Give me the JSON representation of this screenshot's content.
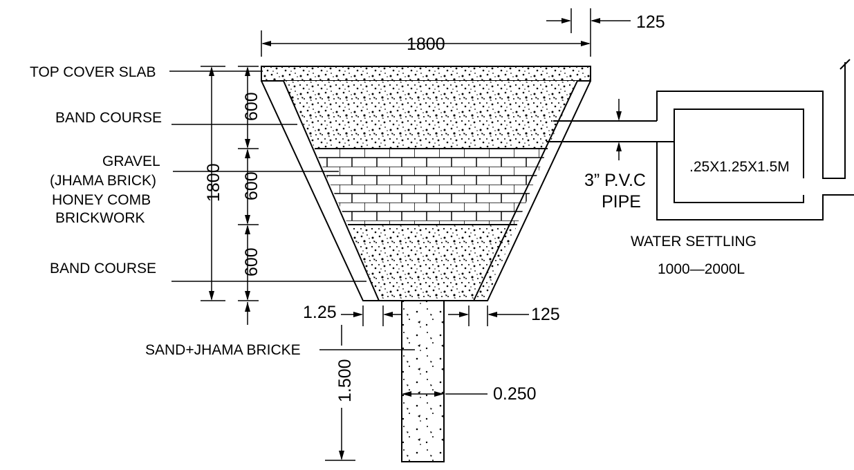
{
  "labels": {
    "top_cover_slab": "TOP COVER SLAB",
    "band_course_1": "BAND COURSE",
    "gravel": "GRAVEL",
    "jhama_brick": "(JHAMA BRICK)",
    "honey_comb": "HONEY COMB",
    "brickwork": "BRICKWORK",
    "band_course_2": "BAND COURSE",
    "sand_jhama": "SAND+JHAMA BRICKE",
    "pvc_pipe_1": "3”  P.V.C",
    "pvc_pipe_2": "PIPE",
    "tank_size": ".25X1.25X1.5M",
    "water_settling": "WATER SETTLING",
    "capacity": "1000—2000L"
  },
  "dimensions": {
    "top_width": "1800",
    "top_right_offset": "125",
    "total_height": "1800",
    "layer_1": "600",
    "layer_2": "600",
    "layer_3": "600",
    "base_left": "1.25",
    "base_right": "125",
    "column_depth": "1.500",
    "column_width": "0.250"
  }
}
